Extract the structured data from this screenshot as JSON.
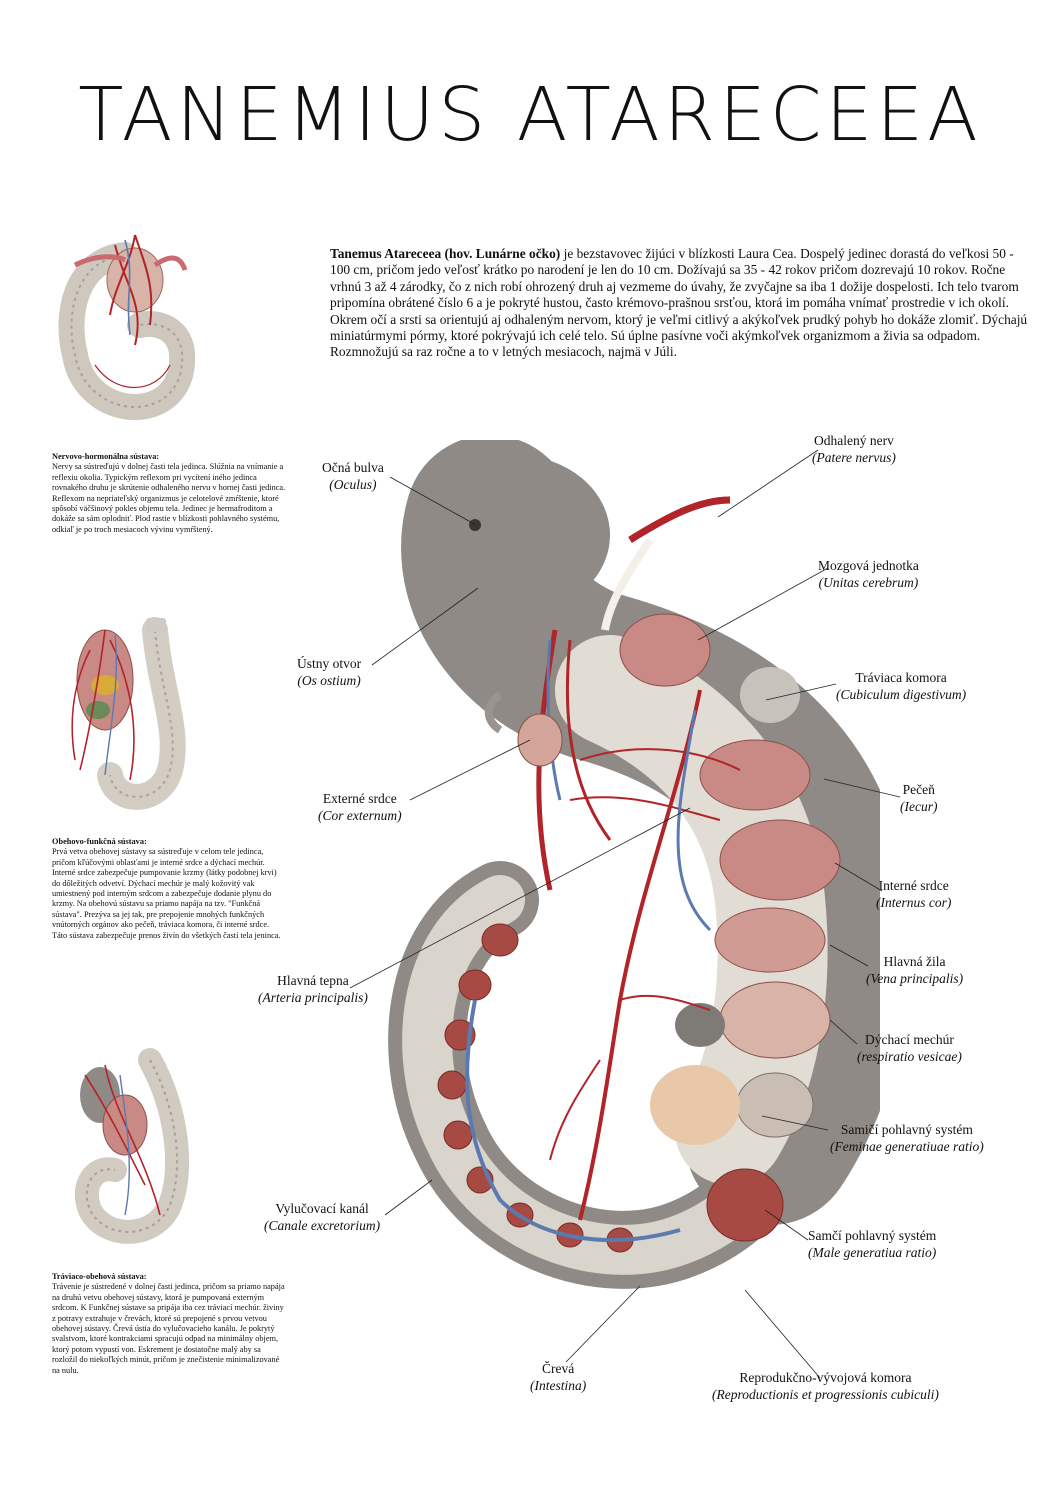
{
  "title": "TANEMIUS ATARECEEA",
  "intro": {
    "lead": "Tanemus Atareceea (hov. Lunárne očko)",
    "text": " je bezstavovec žijúci v blízkosti Laura Cea. Dospelý jedinec dorastá do veľkosi 50 - 100 cm, pričom jedo veľosť krátko po narodení je len do 10 cm. Dožívajú sa 35 - 42 rokov pričom dozrevajú 10 rokov. Ročne vrhnú 3 až 4 zárodky, čo z nich robí ohrozený druh aj vezmeme do úvahy, že zvyčajne sa iba 1 dožije dospelosti. Ich telo tvarom pripomína obrátené číslo 6 a je pokryté hustou, často krémovo-prašnou srsťou, ktorá im pomáha vnímať prostredie v ich okolí. Okrem očí a srsti sa orientujú aj odhaleným nervom, ktorý je veľmi citlivý a akýkoľvek prudký pohyb ho dokáže zlomiť. Dýchajú miniatúrmymi pórmy, ktoré pokrývajú ich celé telo. Sú úplne pasívne voči akýmkoľvek organizmom a živia sa odpadom. Rozmnožujú sa raz ročne a to v letných mesiacoch, najmä v Júli."
  },
  "sections": [
    {
      "heading": "Nervovo-hormonálna sústava:",
      "text": "Nervy sa sústreďujú v dolnej časti tela jedinca. Slúžnia na vnímanie a reflexiu okolia. Typickým reflexom pri vycítení iného jedinca rovnakého druhu je skrútenie odhaleného nervu v hornej časti jedinca. Reflexom na nepriateľský organizmus je celotelové zmŕštenie, ktoré spôsobí väčšinový pokles objemu tela. Jedinec je hermafroditom a dokáže sa sám oplodniť. Plod rastie v blízkosti pohlavného systému, odkiaľ je po troch mesiacoch vývinu vymŕštený."
    },
    {
      "heading": "Obehovo-funkčná sústava:",
      "text": "Prvá vetva obehovej sústavy sa sústreďuje v celom tele jedinca, pričom kľúčovými oblasťami je interné srdce a dýchací mechúr. Interné srdce zabezpečuje pumpovanie krzmy (látky podobnej krvi) do dôležitých odvetví. Dýchací mechúr je malý kožovitý vak umiestnený pod interným srdcom a zabezpečuje dodanie plynu do krzmy. Na obehovú sústavu sa priamo napája na tzv. \"Funkčná sústava\". Prezýva sa jej tak, pre prepojenie mnohých funkčných vnútorných orgánov ako pečeň, tráviaca komora, či interné srdce. Táto sústava zabezpečuje prenos živín do všetkých častí tela jeninca."
    },
    {
      "heading": "Tráviaco-obehová sústava:",
      "text": "Trávenie je sústredené v dolnej časti jedinca, pričom sa priamo napája na druhú vetvu obehovej sústavy, ktorá je pumpovaná externým srdcom. K Funkčnej sústave sa pripája iba cez tráviací mechúr. živiny z potravy extrahuje v črevách, ktoré sú prepojené s prvou vetvou obehovej sústavy. Črevá ústia do vylučovacieho kanálu. Je pokrytý svalstvom, ktoré kontrakciami spracujú odpad na minimálny objem, ktorý potom vypustí von. Eskrement je dostatočne malý aby sa rozložil do niekoľkých minút, pričom je znečistenie minimalizované na nulu."
    }
  ],
  "labels": {
    "ocna_bulva": {
      "name": "Očná bulva",
      "latin": "(Oculus)"
    },
    "odhaleny_nerv": {
      "name": "Odhalený nerv",
      "latin": "(Patere nervus)"
    },
    "mozgova_jednotka": {
      "name": "Mozgová jednotka",
      "latin": "(Unitas cerebrum)"
    },
    "ustny_otvor": {
      "name": "Ústny otvor",
      "latin": "(Os ostium)"
    },
    "traviaca_komora": {
      "name": "Tráviaca komora",
      "latin": "(Cubiculum digestivum)"
    },
    "pecen": {
      "name": "Pečeň",
      "latin": "(Iecur)"
    },
    "externe_srdce": {
      "name": "Externé srdce",
      "latin": "(Cor externum)"
    },
    "interne_srdce": {
      "name": "Interné srdce",
      "latin": "(Internus cor)"
    },
    "hlavna_zila": {
      "name": "Hlavná žila",
      "latin": "(Vena principalis)"
    },
    "hlavna_tepna": {
      "name": "Hlavná tepna",
      "latin": "(Arteria principalis)"
    },
    "dychaci_mechur": {
      "name": "Dýchací mechúr",
      "latin": "(respiratio vesicae)"
    },
    "samici_system": {
      "name": "Samičí pohlavný systém",
      "latin": "(Feminae generatiuae ratio)"
    },
    "vylucovaci_kanal": {
      "name": "Vylučovací kanál",
      "latin": "(Canale excretorium)"
    },
    "samci_system": {
      "name": "Samčí pohlavný systém",
      "latin": "(Male generatiua ratio)"
    },
    "creva": {
      "name": "Črevá",
      "latin": "(Intestina)"
    },
    "reprodukcna_komora": {
      "name": "Reprodukčno-vývojová komora",
      "latin": "(Reproductionis et progressionis cubiculi)"
    }
  },
  "colors": {
    "fur": "#8f8a85",
    "fur_light": "#d9d4cc",
    "artery": "#b0242a",
    "vein": "#5a7ab0",
    "organ": "#c98a86"
  }
}
